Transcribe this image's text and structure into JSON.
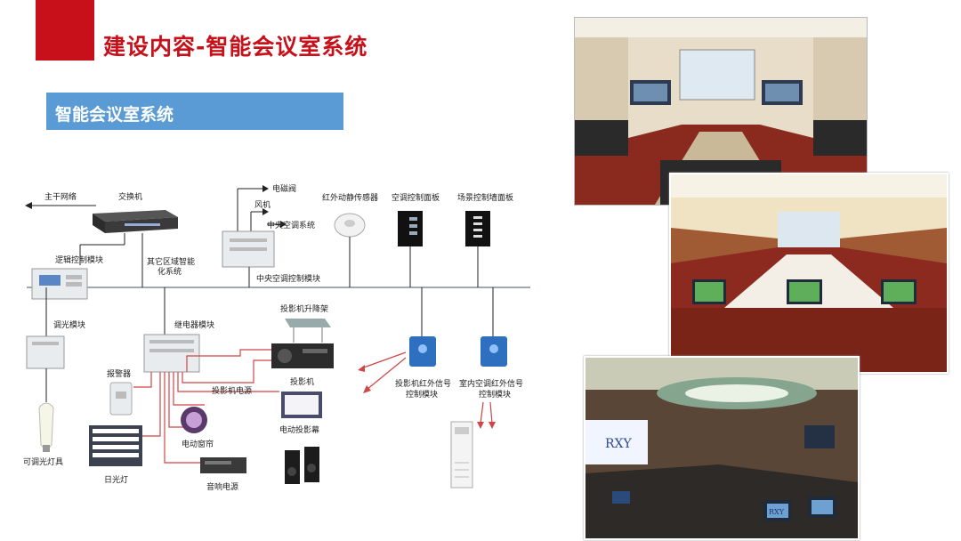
{
  "header": {
    "title": "建设内容-智能会议室系统",
    "accent_color": "#c8101a"
  },
  "section": {
    "label": "智能会议室系统",
    "color": "#5b9bd5"
  },
  "diagram": {
    "labels": {
      "backbone": "主干网络",
      "switch": "交换机",
      "logic_module": "逻辑控制模块",
      "other_systems_1": "其它区域智能",
      "other_systems_2": "化系统",
      "solenoid_valve": "电磁阀",
      "fan": "风机",
      "central_ac": "中央空调系统",
      "ac_control_module": "中央空调控制模块",
      "pir_sensor": "红外动静传感器",
      "ac_panel": "空调控制面板",
      "scene_panel": "场景控制墙面板",
      "dimmer_module": "调光模块",
      "relay_module": "继电器模块",
      "projector_lift": "投影机升降架",
      "projector": "投影机",
      "projector_power": "投影机电源",
      "alarm": "报警器",
      "motor_screen": "电动投影幕",
      "motor_curtain": "电动窗帘",
      "audio_power": "音响电源",
      "dimmable_lamp": "可调光灯具",
      "fluorescent": "日光灯",
      "projector_ir_1": "投影机红外信号",
      "projector_ir_2": "控制模块",
      "indoor_ac_ir_1": "室内空调红外信号",
      "indoor_ac_ir_2": "控制模块"
    }
  },
  "photos": {
    "screen_logo_1": "RXY",
    "screen_logo_2": "RXY"
  }
}
